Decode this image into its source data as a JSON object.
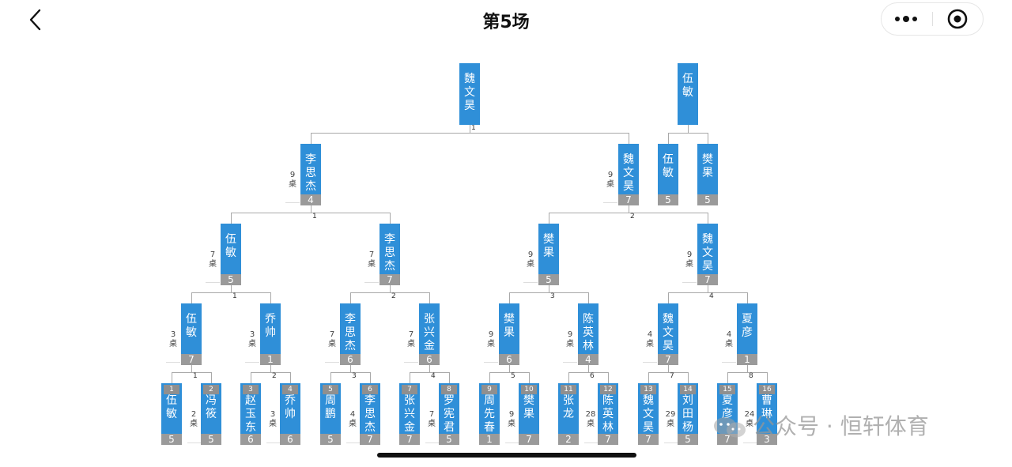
{
  "header": {
    "title": "第5场"
  },
  "icons": {
    "back": "chevron-left-icon",
    "more": "more-dots-icon",
    "close": "target-circle-icon"
  },
  "colors": {
    "player_box": "#2f8fd8",
    "score_box": "#9a9a9a",
    "connector": "#a9a9a9"
  },
  "bracket": {
    "final": {
      "player": "魏文昊",
      "match": "1"
    },
    "third_place": {
      "winner": "伍敏",
      "players": [
        {
          "name": "伍敏",
          "score": "5"
        },
        {
          "name": "樊果",
          "score": "5"
        }
      ]
    },
    "semifinals": [
      {
        "player": "李思杰",
        "score": "4",
        "table": "9桌",
        "match": "1"
      },
      {
        "player": "魏文昊",
        "score": "7",
        "table": "9桌",
        "match": "2"
      }
    ],
    "quarterfinals": [
      {
        "player": "伍敏",
        "score": "5",
        "table": "7桌",
        "match": "1"
      },
      {
        "player": "李思杰",
        "score": "7",
        "table": "7桌",
        "match": "2"
      },
      {
        "player": "樊果",
        "score": "5",
        "table": "9桌",
        "match": "3"
      },
      {
        "player": "魏文昊",
        "score": "7",
        "table": "9桌",
        "match": "4"
      }
    ],
    "round_of_8": [
      {
        "player": "伍敏",
        "score": "7",
        "table": "3桌",
        "match": "1"
      },
      {
        "player": "乔帅",
        "score": "1",
        "table": "3桌",
        "match": "2"
      },
      {
        "player": "李思杰",
        "score": "6",
        "table": "7桌",
        "match": "3"
      },
      {
        "player": "张兴金",
        "score": "6",
        "table": "7桌",
        "match": "4"
      },
      {
        "player": "樊果",
        "score": "6",
        "table": "9桌",
        "match": "5"
      },
      {
        "player": "陈英林",
        "score": "4",
        "table": "9桌",
        "match": "6"
      },
      {
        "player": "魏文昊",
        "score": "7",
        "table": "4桌",
        "match": "7"
      },
      {
        "player": "夏彦",
        "score": "1",
        "table": "4桌",
        "match": "8"
      }
    ],
    "round_of_16": [
      {
        "seed": "1",
        "name": "伍敏",
        "score": "5"
      },
      {
        "seed": "2",
        "name": "冯筱",
        "score": "5"
      },
      {
        "seed": "3",
        "name": "赵玉东",
        "score": "6"
      },
      {
        "seed": "4",
        "name": "乔帅",
        "score": "6"
      },
      {
        "seed": "5",
        "name": "周鹏",
        "score": "5"
      },
      {
        "seed": "6",
        "name": "李思杰",
        "score": "7"
      },
      {
        "seed": "7",
        "name": "张兴金",
        "score": "7"
      },
      {
        "seed": "8",
        "name": "罗宪君",
        "score": "5"
      },
      {
        "seed": "9",
        "name": "周先春",
        "score": "1"
      },
      {
        "seed": "10",
        "name": "樊果",
        "score": "7"
      },
      {
        "seed": "11",
        "name": "张龙",
        "score": "2"
      },
      {
        "seed": "12",
        "name": "陈英林",
        "score": "7"
      },
      {
        "seed": "13",
        "name": "魏文昊",
        "score": "7"
      },
      {
        "seed": "14",
        "name": "刘田杨",
        "score": "5"
      },
      {
        "seed": "15",
        "name": "夏彦",
        "score": "7"
      },
      {
        "seed": "16",
        "name": "曹琳",
        "score": "3"
      }
    ],
    "round_of_16_tables": [
      "2桌",
      "3桌",
      "4桌",
      "7桌",
      "9桌",
      "28桌",
      "29桌",
      "24桌"
    ]
  },
  "watermark": {
    "text": "公众号 · 恒轩体育",
    "logo": "wechat-logo-icon"
  }
}
